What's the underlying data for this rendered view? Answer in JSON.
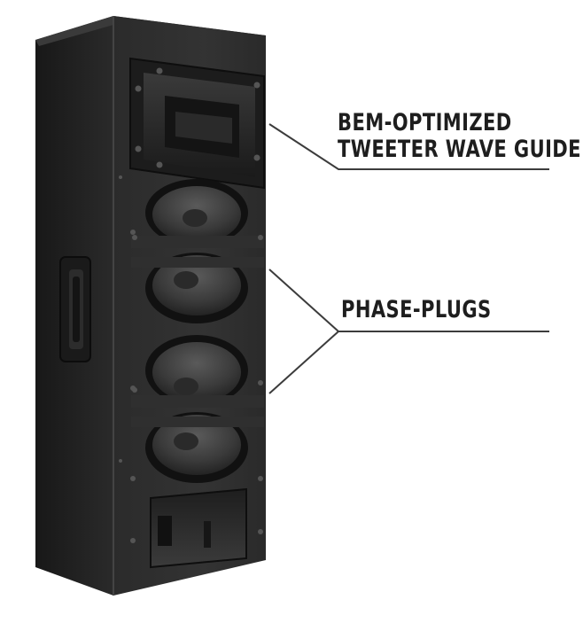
{
  "callouts": {
    "tweeter": {
      "line1": "BEM-OPTIMIZED",
      "line2": "TWEETER WAVE GUIDE"
    },
    "woofers": {
      "label": "PHASE-PLUGS"
    }
  },
  "colors": {
    "cabinet": "#262626",
    "cabinet_side": "#1a1a1a",
    "front_panel": "#2c2c2c",
    "horn": "#1c1c1c",
    "cone": "#3a3a3a",
    "text": "#1e1e1e",
    "line": "#3c3c3c"
  },
  "icons": [
    "speaker-cabinet",
    "tweeter-horn",
    "woofer-cone",
    "phase-plug",
    "bass-port",
    "side-handle"
  ]
}
